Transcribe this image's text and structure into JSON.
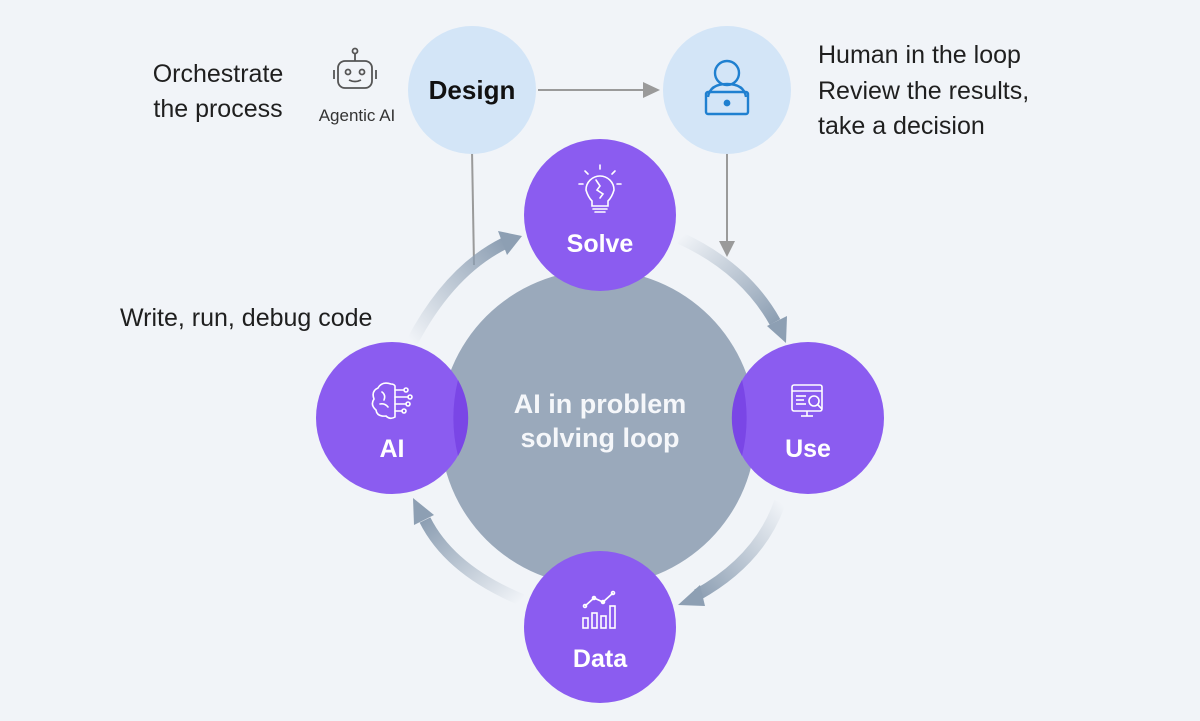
{
  "colors": {
    "background": "#f1f4f8",
    "purple": "#8b5cf0",
    "purple_dark": "#7a46e6",
    "center": "#9aa9bb",
    "light_blue": "#d3e5f7",
    "connector": "#9a9a9a",
    "arrow": "#8d9fb3"
  },
  "diagram": {
    "center_label_lines": [
      "AI in problem",
      "solving loop"
    ],
    "nodes": {
      "solve": {
        "label": "Solve",
        "icon": "lightbulb-icon"
      },
      "use": {
        "label": "Use",
        "icon": "web-review-icon"
      },
      "data": {
        "label": "Data",
        "icon": "bar-chart-icon"
      },
      "ai": {
        "label": "AI",
        "icon": "brain-circuit-icon"
      },
      "design": {
        "label": "Design"
      },
      "human": {
        "icon": "person-laptop-icon"
      }
    },
    "annotations": {
      "orchestrate_lines": [
        "Orchestrate",
        "the process"
      ],
      "agentic_ai": "Agentic AI",
      "agentic_icon": "robot-icon",
      "human_lines": [
        "Human in the loop",
        "Review the results,",
        "take a decision"
      ],
      "write_code": "Write, run, debug code"
    }
  }
}
